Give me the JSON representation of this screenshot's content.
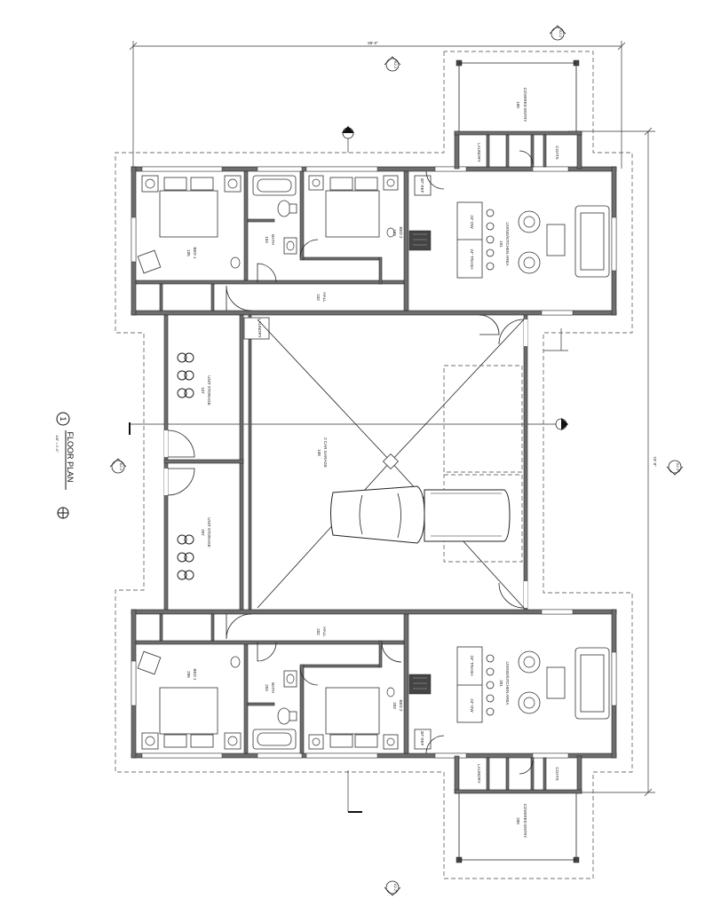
{
  "title": {
    "number": "1",
    "name": "FLOOR PLAN",
    "scale": "1/8\" = 1'-0\""
  },
  "dimensions": {
    "overall_width": "88'-0\"",
    "overall_depth": "73'-0\""
  },
  "markers": {
    "elevation_ref": "A2.2",
    "section_ref": "A3.1"
  },
  "rooms": {
    "garage": "2 CAR GARAGE",
    "garage_no": "108",
    "storage_a": "UNIT STORAGE",
    "storage_a_no": "107",
    "storage_b": "UNIT STORAGE",
    "storage_b_no": "207",
    "laundry_garage": "LAUNDRY",
    "upper": {
      "entry": "COVERED ENTRY",
      "entry_no": "100",
      "laundry": "LAUNDRY",
      "coats": "COATS",
      "living": "LIVING/KITCHEN AREA",
      "living_no": "101",
      "bed1": "BED 1",
      "bed1_no": "105",
      "bed2": "BED 2",
      "bed2_no": "103",
      "bath": "BATH",
      "bath_no": "104",
      "hall": "HALL",
      "hall_no": "102",
      "ref": "30\" REF",
      "dw": "24\" DW",
      "trash": "24\" TRASH"
    },
    "lower": {
      "entry": "COVERED ENTRY",
      "entry_no": "200",
      "laundry": "LAUNDRY",
      "coats": "COATS",
      "living": "LIVING/KITCHEN AREA",
      "living_no": "201",
      "bed1": "BED 1",
      "bed1_no": "205",
      "bed2": "BED 2",
      "bed2_no": "203",
      "bath": "BATH",
      "bath_no": "204",
      "hall": "HALL",
      "hall_no": "202",
      "ref": "30\" REF",
      "dw": "24\" DW",
      "trash": "24\" TRASH"
    }
  }
}
